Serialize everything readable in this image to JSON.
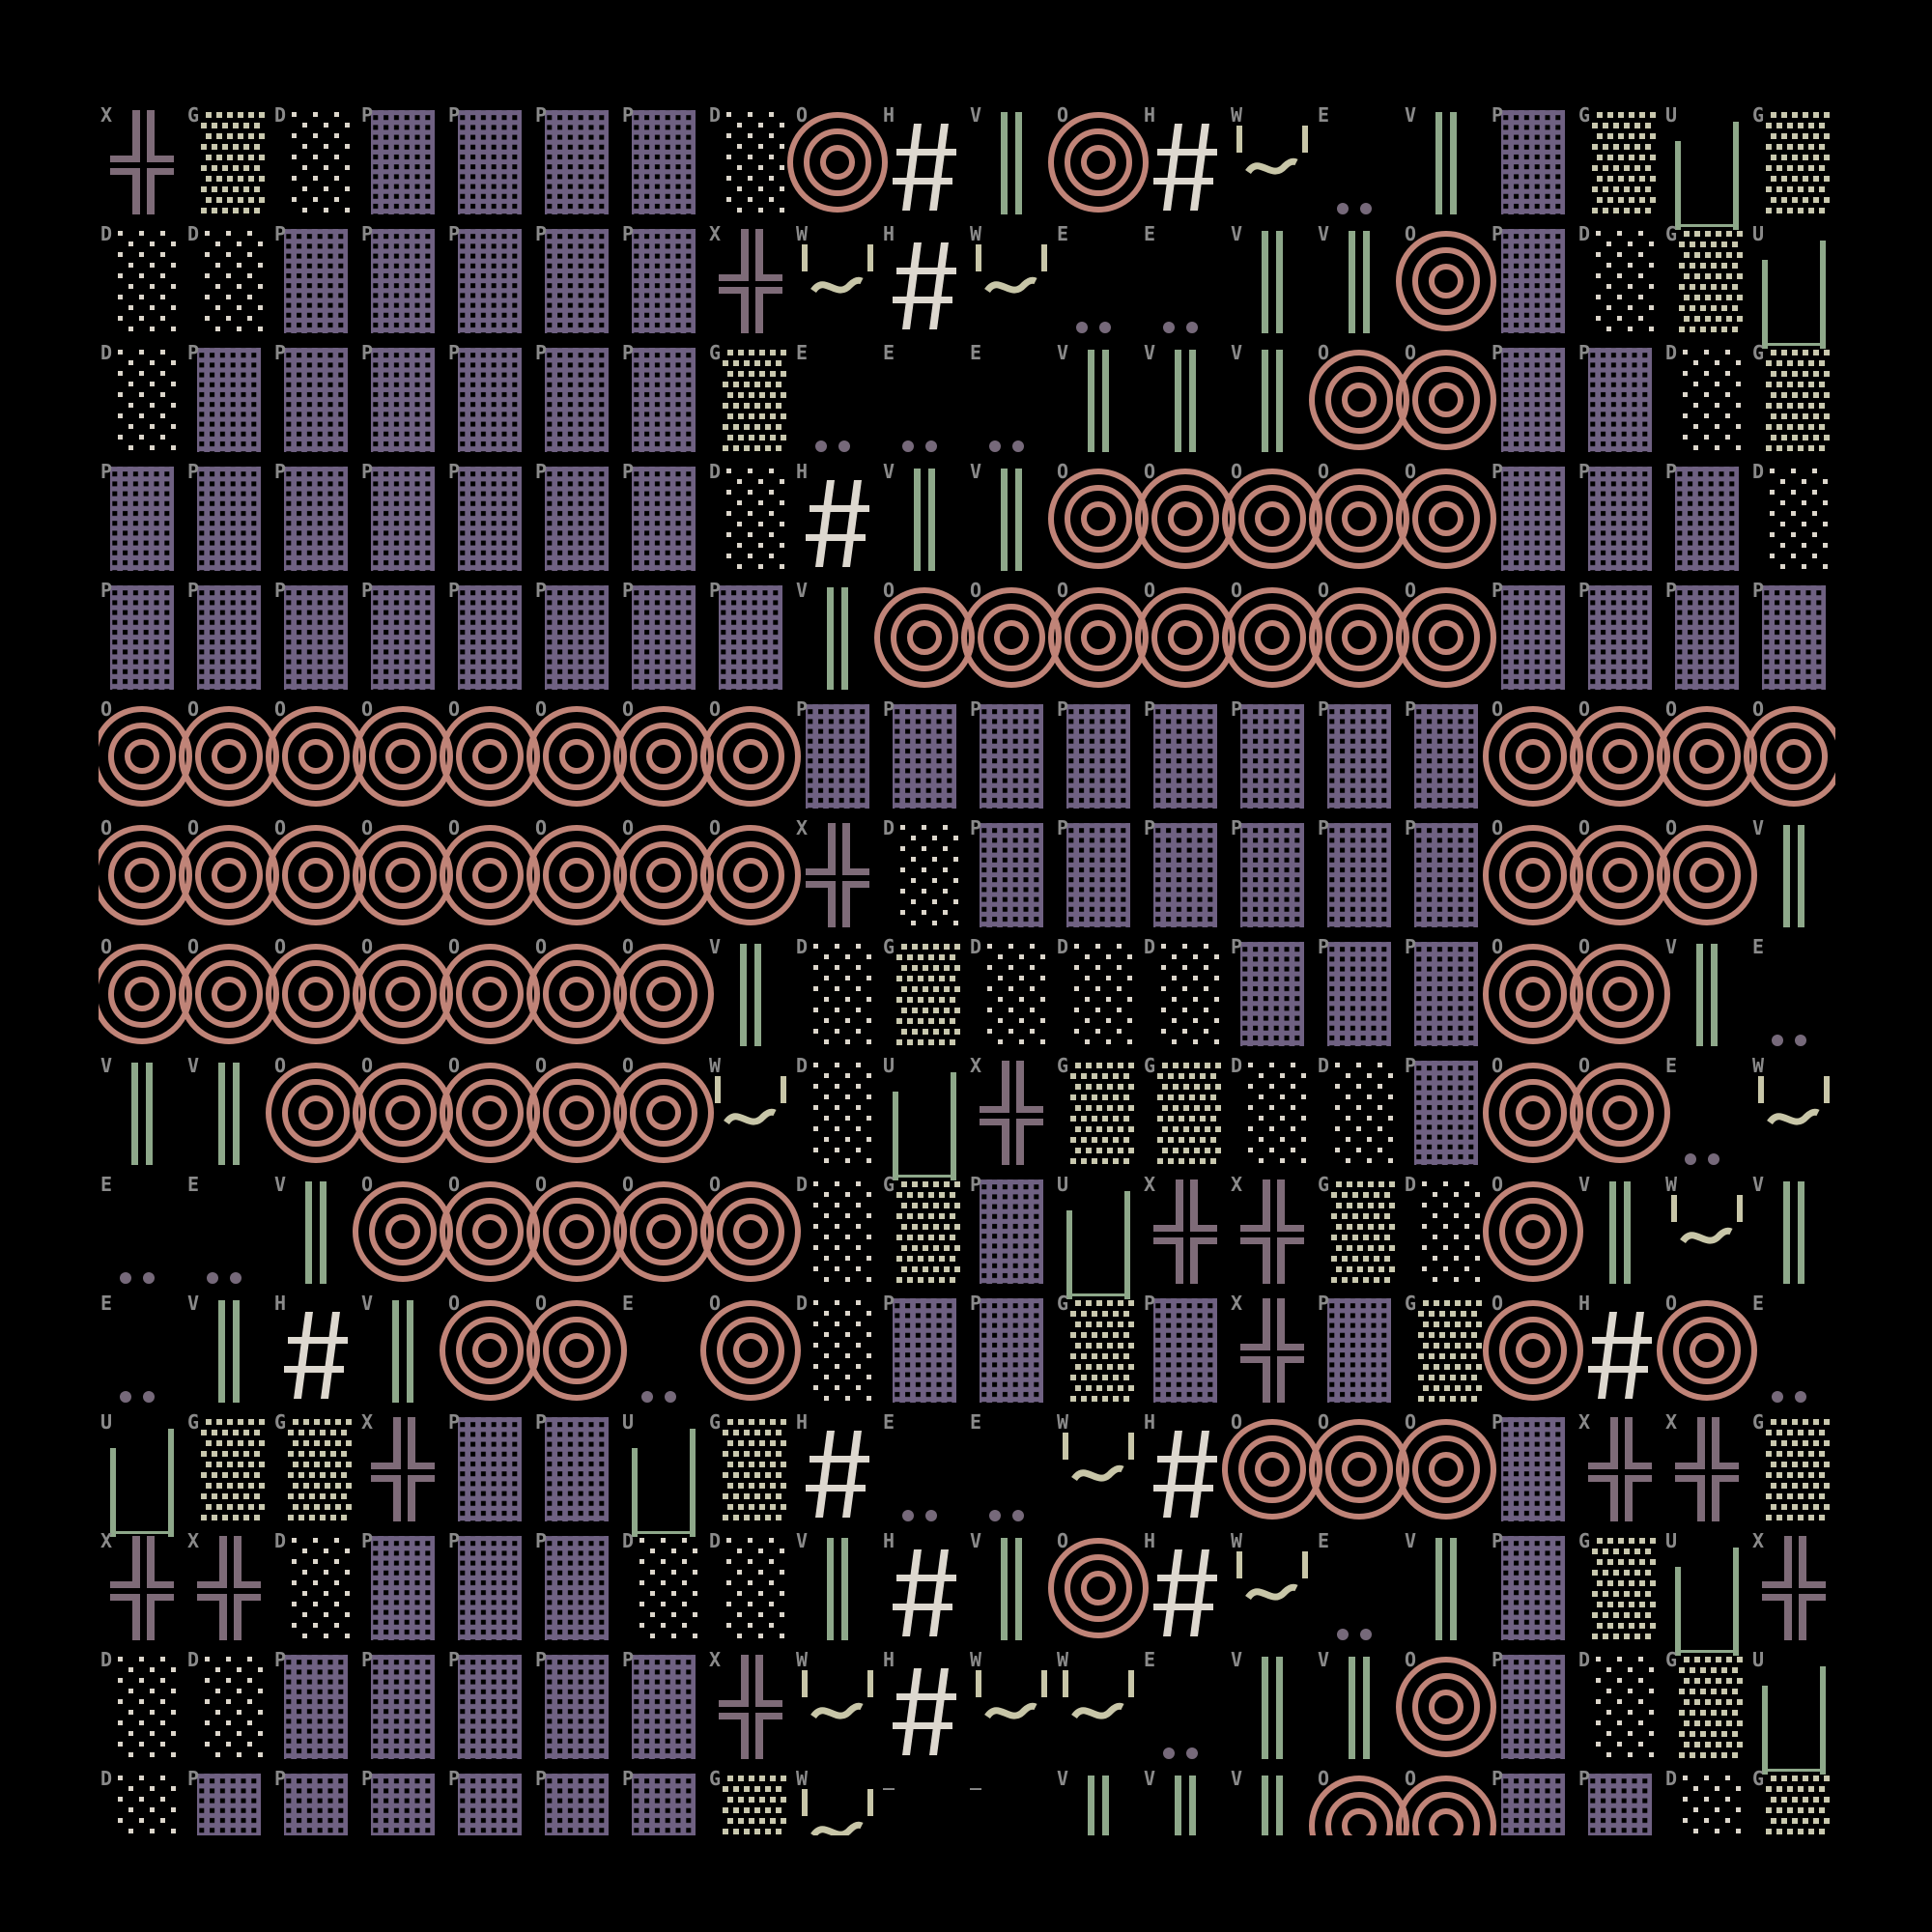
{
  "legend": {
    "P": {
      "icon": "perforated-block-icon",
      "color": "#6f6182"
    },
    "D": {
      "icon": "sparse-dots-icon",
      "color": "#dcd6cb"
    },
    "G": {
      "icon": "dense-dots-icon",
      "color": "#c9c8ae"
    },
    "O": {
      "icon": "target-icon",
      "color": "#c08478"
    },
    "V": {
      "icon": "double-bar-icon",
      "color": "#8ea88a"
    },
    "H": {
      "icon": "hash-icon",
      "color": "#ddd8cf"
    },
    "X": {
      "icon": "cross-icon",
      "color": "#7e6b78"
    },
    "U": {
      "icon": "cup-icon",
      "color": "#8ea88a"
    },
    "W": {
      "icon": "tilde-quote-icon",
      "color": "#c8c6a8"
    },
    "E": {
      "icon": "ellipsis-dots-icon",
      "color": "#76697a"
    },
    "_": {
      "icon": "blank",
      "color": "#000000"
    }
  },
  "grid": [
    "XGDPPPPDOHVOHWEVPGUG",
    "DDPPPPPXWHWEEVVOPDGU",
    "DPPPPPPGEEEVVVOOPPDG",
    "PPPPPPPDHVVOOOOOPPPD",
    "PPPPPPPPVOOOOOOOPPPP",
    "OOOOOOOOPPPPPPPPOOOO",
    "OOOOOOOOXDPPPPPPOOOV",
    "OOOOOOOVDGDDDPPPOOVE",
    "VVOOOOOWDUXGGDDPOOEW",
    "EEVOOOOODGPUXXGDOVWV",
    "EVHVOOEODPPGPXPGOHOE",
    "UGGXPPUGHEEWHOOOPXXG",
    "XXDPPPDDVHVOHWEVPGUX",
    "DDPPPPPXWHWWEVVOPDGU",
    "DPPPPPPGW__VVVOOPPDG"
  ]
}
